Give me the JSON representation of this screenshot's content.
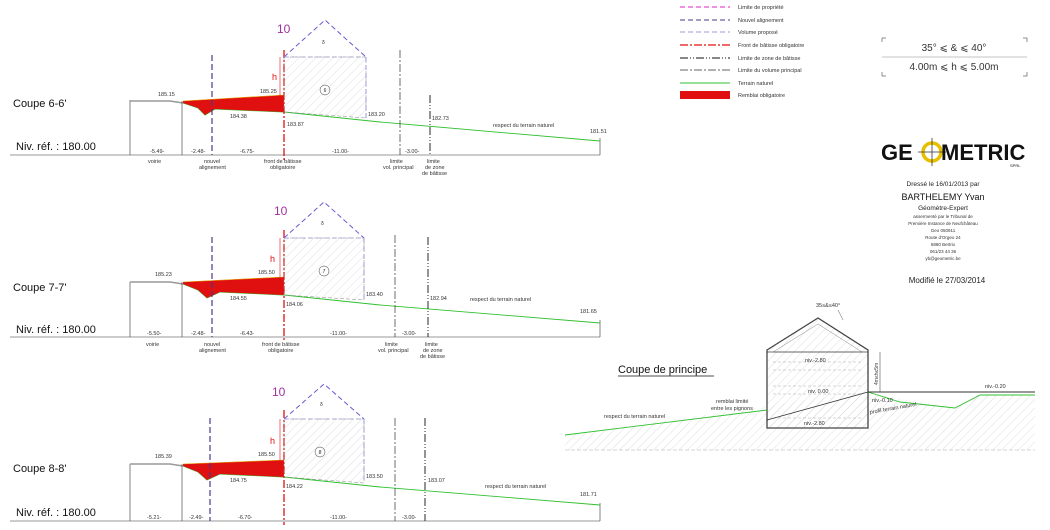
{
  "legend": {
    "items": [
      {
        "label": "Limite de propriété",
        "color": "#e020c0",
        "style": "dashed"
      },
      {
        "label": "Nouvel alignement",
        "color": "#4a3a8a",
        "style": "dashed"
      },
      {
        "label": "Volume proposé",
        "color": "#9a9ad8",
        "style": "dashed"
      },
      {
        "label": "Front de bâtisse obligatoire",
        "color": "#e01010",
        "style": "dashdot"
      },
      {
        "label": "Limite de zone de bâtisse",
        "color": "#111111",
        "style": "dashdotdot"
      },
      {
        "label": "Limite du volume principal",
        "color": "#333333",
        "style": "dashdot"
      },
      {
        "label": "Terrain naturel",
        "color": "#30c030",
        "style": "solid"
      },
      {
        "label": "Remblai obligatoire",
        "color": "#e01010",
        "style": "fill"
      }
    ]
  },
  "constraints": {
    "angle": "35° ⩽ & ⩽ 40°",
    "height": "4.00m ⩽ h ⩽ 5.00m"
  },
  "company": {
    "logo_left": "GE",
    "logo_right": "METRIC",
    "logo_sub": "SPRL",
    "drafted": "Dressé le 16/01/2013 par",
    "name": "BARTHELEMY Yvan",
    "title": "Géomètre-Expert",
    "line1": "assermenté par le Tribunal de",
    "line2": "Première Instance de Neufchâteau",
    "line3": "Geo 050911",
    "line4": "Route d'Orgeo 24",
    "line5": "6880 Bertrix",
    "line6": "061/23 44 36",
    "line7": "yb@geometric.be",
    "modified": "Modifié le 27/03/2014"
  },
  "sections": [
    {
      "title": "Coupe 6-6'",
      "ref": "Niv. réf. : 180.00",
      "number": "10",
      "circle": "6",
      "h": "h",
      "alt_left": "185.15",
      "alt_front": "185.25",
      "alt_remblai": "184.38",
      "alt_ground": "183.87",
      "alt_vol": "183.20",
      "alt_zone": "182.73",
      "alt_end": "181.51",
      "respect": "respect du terrain naturel",
      "dims": [
        "-5.49-",
        "-2.48-",
        "-6.75-",
        "-11.00-",
        "-3.00-"
      ],
      "labels": {
        "voirie": "voirie",
        "nouvel": "nouvel",
        "alignement": "alignement",
        "front1": "front de bâtisse",
        "front2": "obligatoire",
        "limite": "limite",
        "volp": "vol. principal",
        "zone1": "de zone",
        "zone2": "de bâtisse"
      }
    },
    {
      "title": "Coupe 7-7'",
      "ref": "Niv. réf. : 180.00",
      "number": "10",
      "circle": "7",
      "h": "h",
      "alt_left": "185.23",
      "alt_front": "185.50",
      "alt_remblai": "184.55",
      "alt_ground": "184.06",
      "alt_vol": "183.40",
      "alt_zone": "182.94",
      "alt_end": "181.65",
      "respect": "respect du terrain naturel",
      "dims": [
        "-5.50-",
        "-2.48-",
        "-6.43-",
        "-11.00-",
        "-3.00-"
      ],
      "labels": {
        "voirie": "voirie",
        "nouvel": "nouvel",
        "alignement": "alignement",
        "front1": "front de bâtisse",
        "front2": "obligatoire",
        "limite": "limite",
        "volp": "vol. principal",
        "zone1": "de zone",
        "zone2": "de bâtisse"
      }
    },
    {
      "title": "Coupe 8-8'",
      "ref": "Niv. réf. : 180.00",
      "number": "10",
      "circle": "8",
      "h": "h",
      "alt_left": "185.39",
      "alt_front": "185.50",
      "alt_remblai": "184.75",
      "alt_ground": "184.22",
      "alt_vol": "183.50",
      "alt_zone": "183.07",
      "alt_end": "181.71",
      "respect": "respect du terrain naturel",
      "dims": [
        "-5.21-",
        "-2.49-",
        "-6.70-",
        "-11.00-",
        "-3.00-"
      ],
      "labels": {}
    }
  ],
  "principe": {
    "title": "Coupe de principe",
    "angle": "35≤&≤40°",
    "h": "4m≤h≤5m",
    "niv_top": "niv.-2.80",
    "niv_mid": "niv. 0.00",
    "niv_low": "niv.-0.10",
    "niv_bot": "niv.-2.80",
    "niv_right": "niv.-0.20",
    "remblai1": "remblai limité",
    "remblai2": "entre les pignons",
    "respect": "respect du terrain naturel",
    "profil": "profil terrain naturel"
  }
}
